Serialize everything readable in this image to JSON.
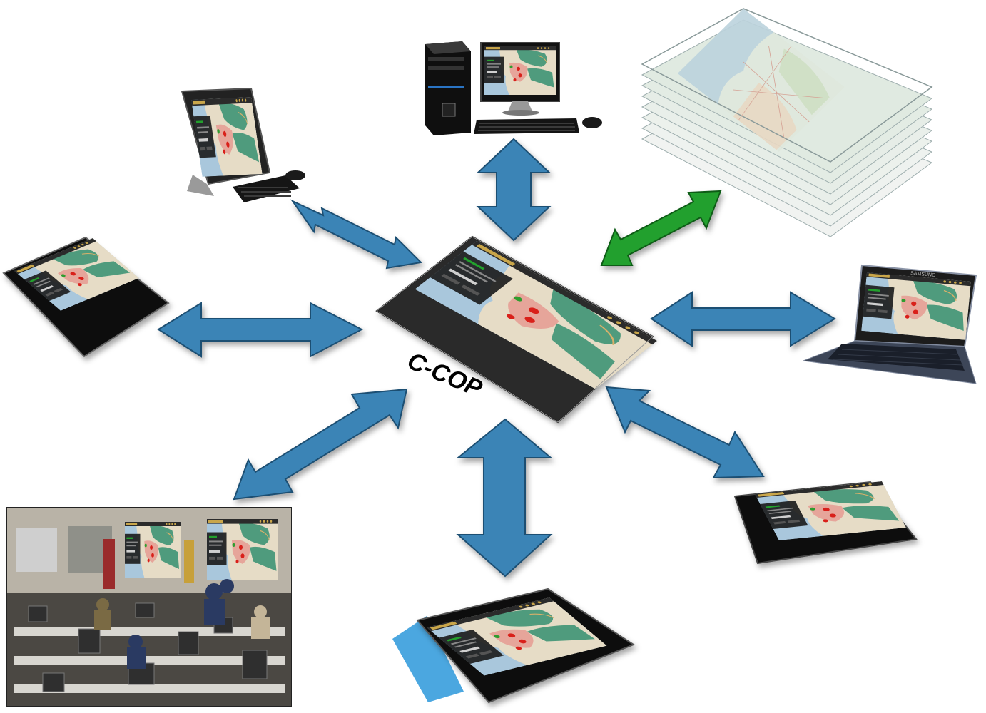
{
  "diagram": {
    "hub_label": "C-COP",
    "nodes": [
      {
        "id": "all-in-one-pc",
        "icon": "all-in-one-pc-icon"
      },
      {
        "id": "desktop-tower-pc",
        "icon": "desktop-tower-pc-icon"
      },
      {
        "id": "map-layers",
        "icon": "stacked-map-layers-icon"
      },
      {
        "id": "windows-tablet",
        "icon": "windows-tablet-icon"
      },
      {
        "id": "laptop",
        "icon": "laptop-icon",
        "brand": "SAMSUNG"
      },
      {
        "id": "operations-center",
        "icon": "operations-center-photo"
      },
      {
        "id": "ipad-tablet",
        "icon": "ipad-tablet-icon"
      },
      {
        "id": "smartphone",
        "icon": "smartphone-icon"
      }
    ],
    "colors": {
      "device_arrow": "#3a84b6",
      "device_arrow_stroke": "#1f4f73",
      "data_arrow": "#23a02d",
      "data_arrow_stroke": "#0f5c17",
      "map_water": "#a9c7dc",
      "map_land": "#e6dcc6",
      "map_green": "#4f9b7d",
      "map_urban": "#e6a59a",
      "panel_dark": "#1d1d1d",
      "marker_red": "#d9201a",
      "marker_green": "#2f9d2f",
      "marker_blue": "#2b6fd1",
      "toolbar_gold": "#c9a64a"
    }
  }
}
